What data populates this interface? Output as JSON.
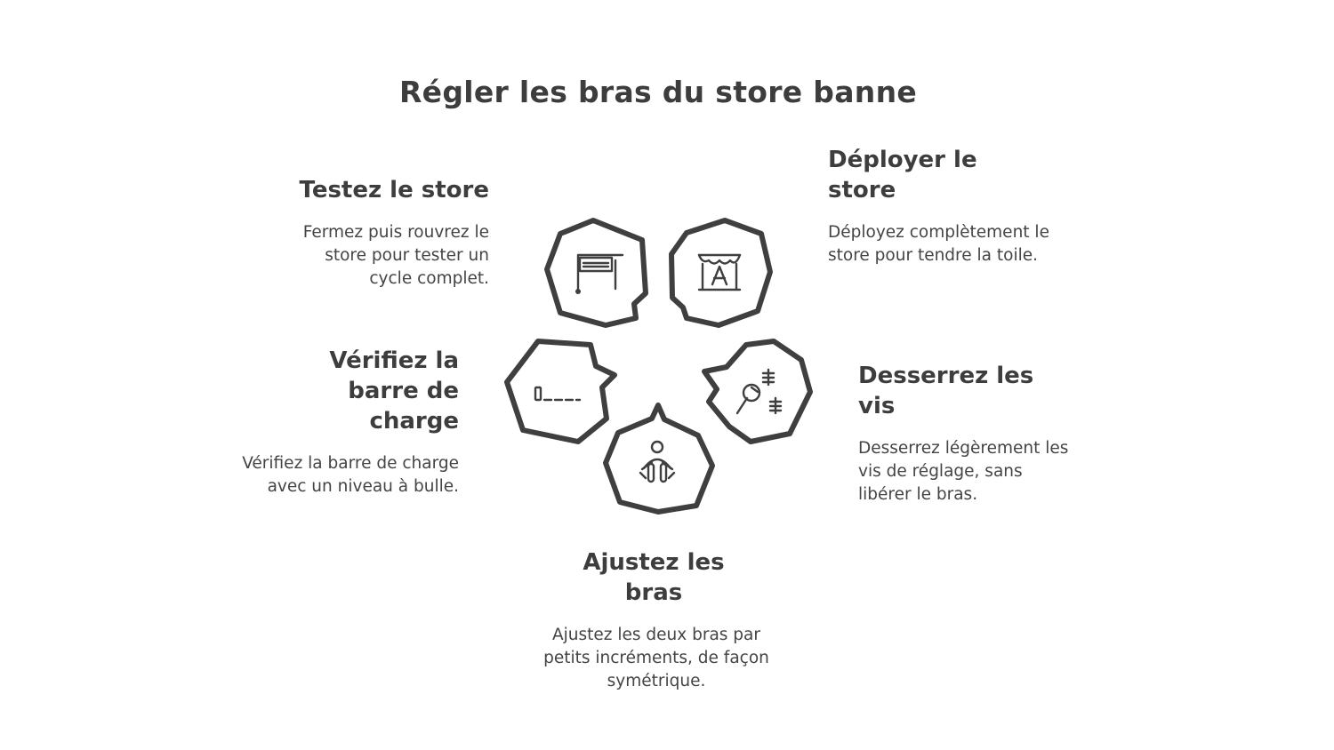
{
  "title": "Régler les bras du store banne",
  "steps": {
    "deploy": {
      "title": "Déployer le store",
      "desc": "Déployez complètement le store pour tendre la toile.",
      "icon": "awning-icon"
    },
    "loosen": {
      "title": "Desserrez les vis",
      "desc": "Desserrez légèrement les vis de réglage, sans libérer le bras.",
      "icon": "wrench-screws-icon"
    },
    "adjust": {
      "title": "Ajustez les bras",
      "desc": "Ajustez les deux bras par petits incréments, de façon symétrique.",
      "icon": "person-adjusting-icon"
    },
    "check": {
      "title": "Vérifiez la barre de charge",
      "desc": "Vérifiez la barre de charge avec un niveau à bulle.",
      "icon": "level-bar-icon"
    },
    "test": {
      "title": "Testez le store",
      "desc": "Fermez puis rouvrez le store pour tester un cycle complet.",
      "icon": "retractable-awning-icon"
    }
  },
  "colors": {
    "stroke": "#3f3f3f",
    "text": "#3d3d3d",
    "background": "#ffffff"
  }
}
